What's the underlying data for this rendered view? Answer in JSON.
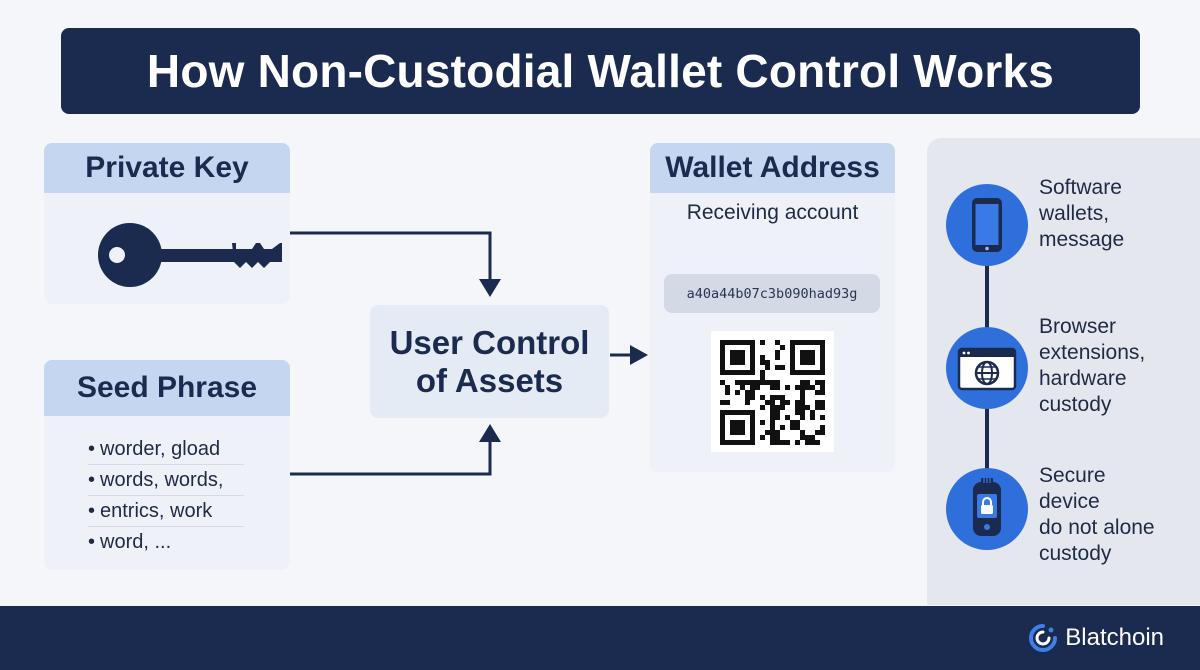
{
  "title": "How Non-Custodial Wallet Control Works",
  "private_key": {
    "heading": "Private Key",
    "icon": "key-icon"
  },
  "seed_phrase": {
    "heading": "Seed Phrase",
    "items": [
      "worder, gload",
      "words, words,",
      "entrics, work",
      "word, ..."
    ]
  },
  "user_control": {
    "line1": "User Control",
    "line2": "of Assets"
  },
  "wallet_address": {
    "heading": "Wallet Address",
    "subtitle": "Receiving account",
    "address": "a40a44b07c3b090had93g",
    "qr_icon": "qr-code-icon"
  },
  "side_panel": {
    "steps": [
      {
        "icon": "smartphone-icon",
        "lines": [
          "Software",
          "wallets,",
          "message"
        ]
      },
      {
        "icon": "browser-globe-icon",
        "lines": [
          "Browser",
          "extensions,",
          "hardware",
          "custody"
        ]
      },
      {
        "icon": "hardware-wallet-lock-icon",
        "lines": [
          "Secure",
          "device",
          "do not alone",
          "custody"
        ]
      }
    ]
  },
  "brand": {
    "name": "Blatchoin",
    "icon": "blatchoin-logo-icon"
  },
  "colors": {
    "navy": "#1b2a4f",
    "card_header": "#c5d6f1",
    "card_body": "#eef2f8",
    "accent_blue": "#2f6fdc",
    "side_panel": "#e4e8ee"
  }
}
